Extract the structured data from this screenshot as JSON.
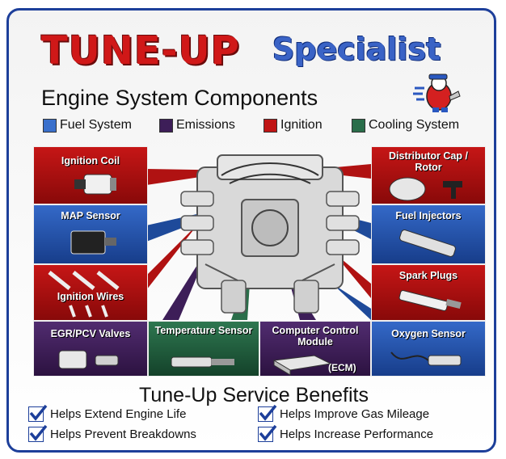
{
  "header": {
    "title_part1": "TUNE-UP",
    "title_part2": "Specialist",
    "subtitle": "Engine System Components"
  },
  "colors": {
    "fuel": "#2f66c6",
    "emissions": "#3d1e58",
    "ignition": "#c01414",
    "cooling": "#2a6e4a",
    "frame": "#1d3f9a"
  },
  "legend": [
    {
      "label": "Fuel System",
      "color": "#2f66c6"
    },
    {
      "label": "Emissions",
      "color": "#3d1e58"
    },
    {
      "label": "Ignition",
      "color": "#c01414"
    },
    {
      "label": "Cooling System",
      "color": "#2a6e4a"
    }
  ],
  "components": {
    "ignition_coil": "Ignition Coil",
    "map_sensor": "MAP Sensor",
    "ignition_wires": "Ignition Wires",
    "egr_pcv": "EGR/PCV Valves",
    "temperature_sensor": "Temperature Sensor",
    "computer_module": "Computer Control Module",
    "ecm_label": "(ECM)",
    "oxygen_sensor": "Oxygen Sensor",
    "spark_plugs": "Spark Plugs",
    "fuel_injectors": "Fuel Injectors",
    "distributor_cap": "Distributor Cap / Rotor"
  },
  "benefits": {
    "title": "Tune-Up Service Benefits",
    "items": [
      "Helps Extend Engine Life",
      "Helps Improve Gas Mileage",
      "Helps Prevent Breakdowns",
      "Helps Increase Performance"
    ]
  }
}
